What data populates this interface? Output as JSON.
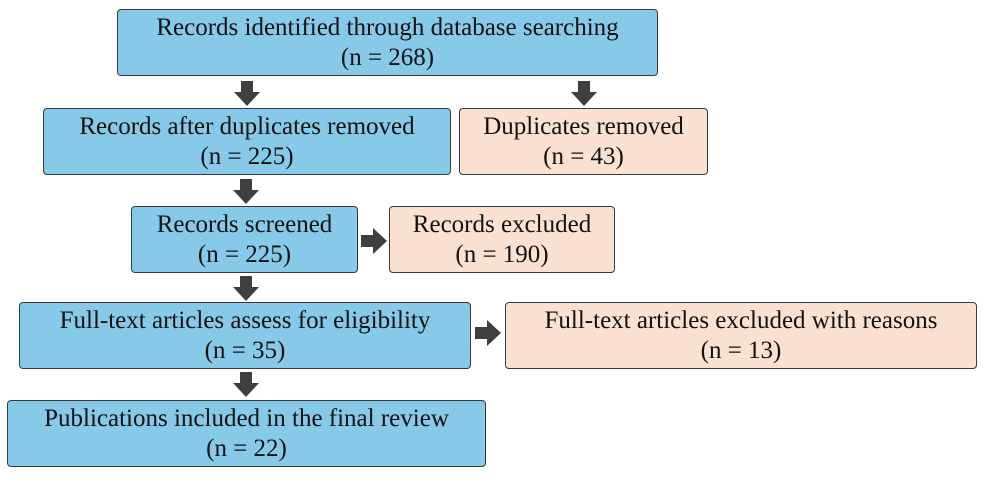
{
  "colors": {
    "main_box": "#86c9e9",
    "side_box": "#fbe1d1",
    "border": "#3a3a3a",
    "arrow": "#3f3f3f"
  },
  "boxes": {
    "identified": {
      "title": "Records identified through database searching",
      "count": "(n = 268)"
    },
    "after_duplicates": {
      "title": "Records after duplicates removed",
      "count": "(n = 225)"
    },
    "duplicates_removed": {
      "title": "Duplicates removed",
      "count": "(n = 43)"
    },
    "screened": {
      "title": "Records screened",
      "count": "(n = 225)"
    },
    "excluded": {
      "title": "Records excluded",
      "count": "(n = 190)"
    },
    "fulltext_assessed": {
      "title": "Full-text articles assess for eligibility",
      "count": "(n = 35)"
    },
    "fulltext_excluded": {
      "title": "Full-text articles excluded with reasons",
      "count": "(n = 13)"
    },
    "included": {
      "title": "Publications included in the final review",
      "count": "(n = 22)"
    }
  }
}
